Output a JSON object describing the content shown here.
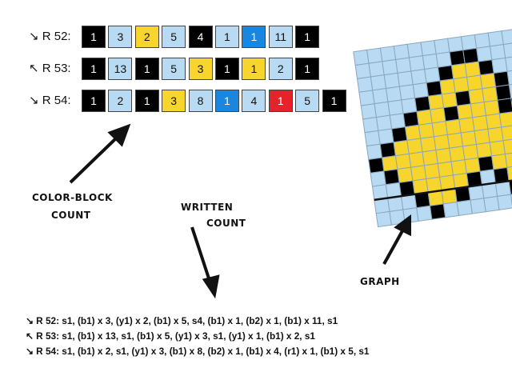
{
  "palette": {
    "b1": "#b8daf2",
    "y1": "#f7d52c",
    "b2": "#1a86e0",
    "r1": "#e8222a",
    "s": "#000000"
  },
  "rows": [
    {
      "label": "↘ R 52:",
      "cells": [
        {
          "n": "1",
          "c": "s"
        },
        {
          "n": "3",
          "c": "b1"
        },
        {
          "n": "2",
          "c": "y1"
        },
        {
          "n": "5",
          "c": "b1"
        },
        {
          "n": "4",
          "c": "s"
        },
        {
          "n": "1",
          "c": "b1"
        },
        {
          "n": "1",
          "c": "b2"
        },
        {
          "n": "11",
          "c": "b1"
        },
        {
          "n": "1",
          "c": "s"
        }
      ]
    },
    {
      "label": "↖ R 53:",
      "cells": [
        {
          "n": "1",
          "c": "s"
        },
        {
          "n": "13",
          "c": "b1"
        },
        {
          "n": "1",
          "c": "s"
        },
        {
          "n": "5",
          "c": "b1"
        },
        {
          "n": "3",
          "c": "y1"
        },
        {
          "n": "1",
          "c": "s"
        },
        {
          "n": "1",
          "c": "y1"
        },
        {
          "n": "2",
          "c": "b1"
        },
        {
          "n": "1",
          "c": "s"
        }
      ]
    },
    {
      "label": "↘ R 54:",
      "cells": [
        {
          "n": "1",
          "c": "s"
        },
        {
          "n": "2",
          "c": "b1"
        },
        {
          "n": "1",
          "c": "s"
        },
        {
          "n": "3",
          "c": "y1"
        },
        {
          "n": "8",
          "c": "b1"
        },
        {
          "n": "1",
          "c": "b2"
        },
        {
          "n": "4",
          "c": "b1"
        },
        {
          "n": "1",
          "c": "r1"
        },
        {
          "n": "5",
          "c": "b1"
        },
        {
          "n": "1",
          "c": "s"
        }
      ]
    }
  ],
  "annotations": {
    "color_block_line1": "COLOR-BLOCK",
    "color_block_line2": "COUNT",
    "written_line1": "WRITTEN",
    "written_line2": "COUNT",
    "graph": "GRAPH"
  },
  "written": {
    "r52": "↘ R 52: s1, (b1) x 3, (y1) x 2, (b1) x 5, s4, (b1) x 1, (b2) x 1, (b1) x 11, s1",
    "r53": "↖ R 53: s1, (b1) x 13, s1, (b1) x 5, (y1) x 3, s1, (y1) x 1, (b1) x 2, s1",
    "r54": "↘ R 54: s1, (b1) x 2, s1, (y1) x 3, (b1) x 8, (b2) x 1, (b1) x 4, (r1) x 1, (b1) x 5, s1"
  }
}
